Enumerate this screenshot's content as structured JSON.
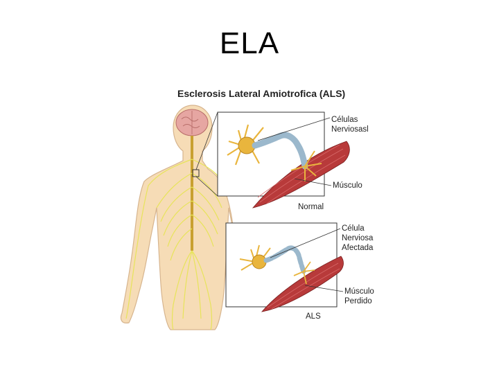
{
  "slide": {
    "title": "ELA"
  },
  "figure": {
    "title": "Esclerosis Lateral Amiotrofica (ALS)",
    "panel_normal": {
      "label": "Normal",
      "cells_label": "Células\nNerviosasl",
      "muscle_label": "Músculo"
    },
    "panel_als": {
      "label": "ALS",
      "cell_label": "Célula\nNerviosa\nAfectada",
      "muscle_label": "Músculo\nPerdido"
    }
  },
  "colors": {
    "skin": "#f6dcb6",
    "skin_outline": "#d6b48e",
    "nerve": "#e7e45a",
    "neuron": "#e9b53d",
    "axon": "#9bb8cc",
    "muscle": "#b83a3a",
    "brain": "#e6a6a2"
  }
}
